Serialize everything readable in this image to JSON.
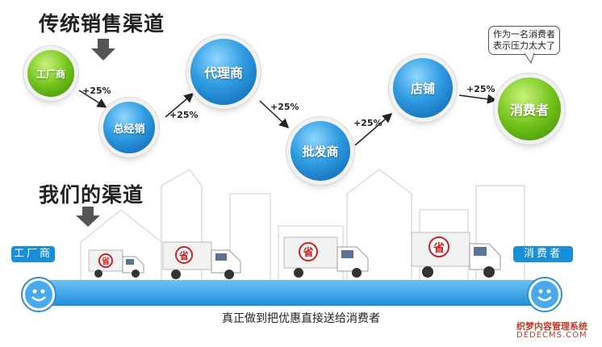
{
  "traditional": {
    "heading": "传统销售渠道",
    "nodes": [
      {
        "label": "工厂商",
        "color": "green"
      },
      {
        "label": "总经销",
        "color": "blue"
      },
      {
        "label": "代理商",
        "color": "blue"
      },
      {
        "label": "批发商",
        "color": "blue"
      },
      {
        "label": "店铺",
        "color": "blue"
      },
      {
        "label": "消费者",
        "color": "green"
      }
    ],
    "markups": [
      "+25%",
      "+25%",
      "+25%",
      "+25%",
      "+25%"
    ],
    "consumer_bubble": [
      "作为一名消费者",
      "表示压力太大了"
    ]
  },
  "ours": {
    "heading": "我们的渠道",
    "start_label": "工厂商",
    "end_label": "消费者",
    "truck_badge": "省",
    "bar_text": "真正做到把优惠直接送给消费者"
  },
  "watermark": {
    "line1": "织梦内容管理系统",
    "line2": "DEDECMS.COM"
  },
  "colors": {
    "accent_blue": "#1a8fd9",
    "bar_blue": "#1f8fd8",
    "node_green": "#72c31b"
  }
}
